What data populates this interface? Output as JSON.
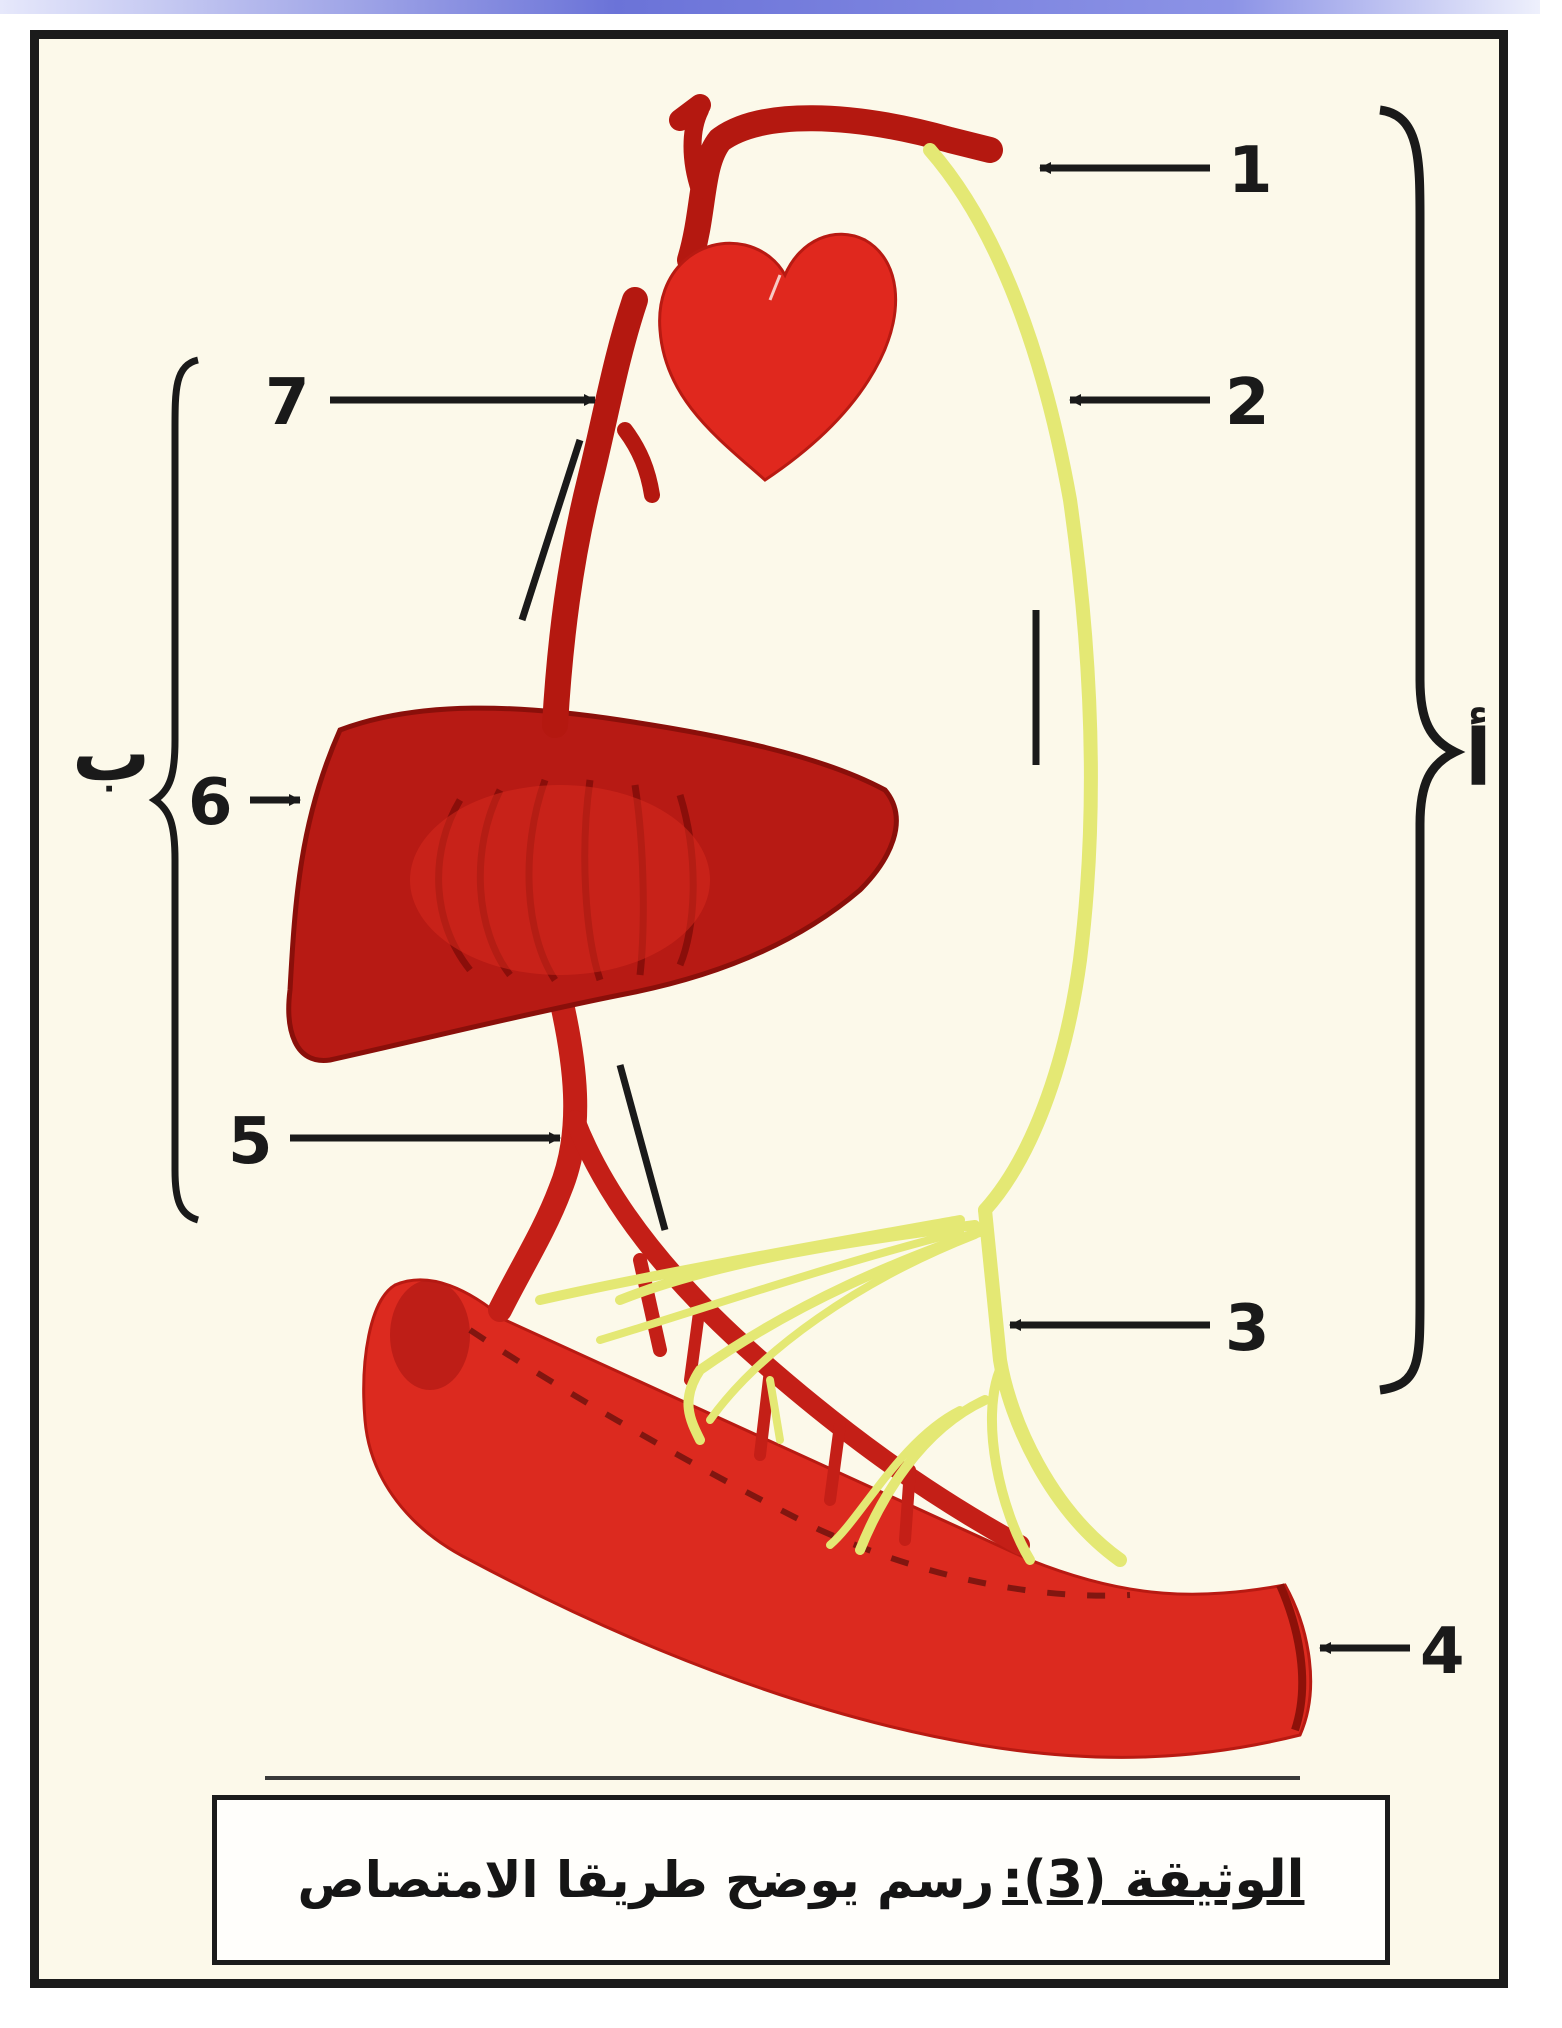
{
  "labels": {
    "l1": "1",
    "l2": "2",
    "l3": "3",
    "l4": "4",
    "l5": "5",
    "l6": "6",
    "l7": "7"
  },
  "groups": {
    "right": "أ",
    "left": "ب"
  },
  "caption": {
    "title": "الوثيقة (3):",
    "text": "رسم يوضح طريقا الامتصاص"
  },
  "colors": {
    "blood": "#d8231c",
    "blood_dark": "#a51410",
    "lymph": "#e8ec78",
    "background": "#fcf9ea"
  }
}
